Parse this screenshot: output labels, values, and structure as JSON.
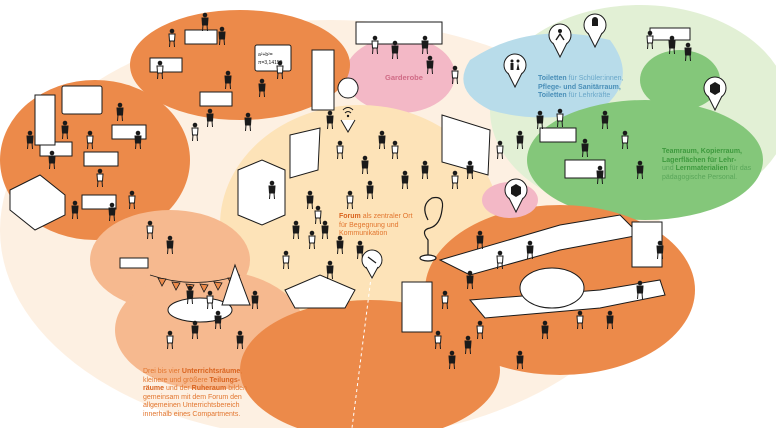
{
  "colors": {
    "orange_zone": "#ec8a4a",
    "light_orange_zone": "#f6b98f",
    "forum_zone": "#fde3b8",
    "outer_peach": "#fdf0e2",
    "green_zone": "#84c77a",
    "light_green": "#e2f0d5",
    "blue_zone": "#b8dcea",
    "pink_zone": "#f3b8c6",
    "figures": "#1a1a1a"
  },
  "icons": {
    "wifi": "wifi-icon",
    "toilets": "toilet-icon",
    "care": "care-room-icon",
    "shower": "sanitary-icon",
    "box": "storage-box-icon"
  },
  "labels": {
    "garderobe": "Garderobe",
    "forum": {
      "strong": "Forum",
      "rest": " als zentraler Ort für Begegnung und Kommunikation"
    },
    "toilets": {
      "t1": "Toiletten",
      "t2": " für Schüler:innen,",
      "t3": "Pflege- und Sanitärraum,",
      "t4": "Toiletten",
      "t5": " für Lehrkräfte"
    },
    "team": {
      "t1": "Teamraum, Kopierraum,",
      "t2": "Lagerflächen für Lehr-",
      "t3": "und ",
      "t4": "Lernmaterialien",
      "t5": " für das pädagogische Personal."
    },
    "compartment": {
      "t1": "Drei bis vier ",
      "t2": "Unterrichtsräume",
      "t3": ", kleinere und größere ",
      "t4": "Teilungs-räume",
      "t5": " und der ",
      "t6": "Ruheraum",
      "t7": " bilden gemeinsam mit dem Forum den allgemeinen Unterrichtsbereich innerhalb eines Compartments."
    },
    "board_formula": "a²+b²=c²\nπ=3,14159"
  }
}
